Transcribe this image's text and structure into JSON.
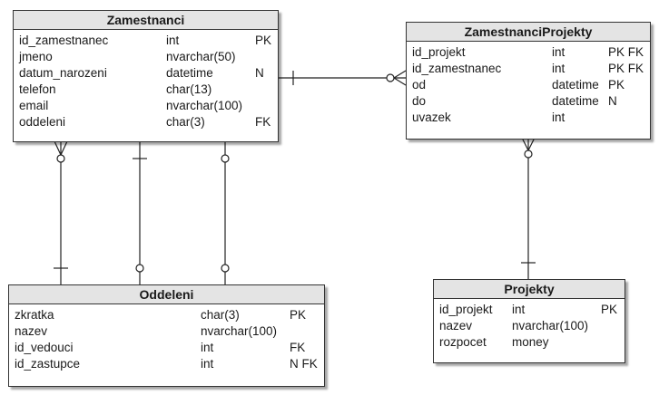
{
  "entities": {
    "zamestnanci": {
      "name": "Zamestnanci",
      "rows": [
        {
          "field": "id_zamestnanec",
          "type": "int",
          "key": "PK"
        },
        {
          "field": "jmeno",
          "type": "nvarchar(50)",
          "key": ""
        },
        {
          "field": "datum_narozeni",
          "type": "datetime",
          "key": "N"
        },
        {
          "field": "telefon",
          "type": "char(13)",
          "key": ""
        },
        {
          "field": "email",
          "type": "nvarchar(100)",
          "key": ""
        },
        {
          "field": "oddeleni",
          "type": "char(3)",
          "key": "FK"
        }
      ]
    },
    "zamestnanci_projekty": {
      "name": "ZamestnanciProjekty",
      "rows": [
        {
          "field": "id_projekt",
          "type": "int",
          "key": "PK FK"
        },
        {
          "field": "id_zamestnanec",
          "type": "int",
          "key": "PK FK"
        },
        {
          "field": "od",
          "type": "datetime",
          "key": "PK"
        },
        {
          "field": "do",
          "type": "datetime",
          "key": "N"
        },
        {
          "field": "uvazek",
          "type": "int",
          "key": ""
        }
      ]
    },
    "oddeleni": {
      "name": "Oddeleni",
      "rows": [
        {
          "field": "zkratka",
          "type": "char(3)",
          "key": "PK"
        },
        {
          "field": "nazev",
          "type": "nvarchar(100)",
          "key": ""
        },
        {
          "field": "id_vedouci",
          "type": "int",
          "key": "FK"
        },
        {
          "field": "id_zastupce",
          "type": "int",
          "key": "N FK"
        }
      ]
    },
    "projekty": {
      "name": "Projekty",
      "rows": [
        {
          "field": "id_projekt",
          "type": "int",
          "key": "PK"
        },
        {
          "field": "nazev",
          "type": "nvarchar(100)",
          "key": ""
        },
        {
          "field": "rozpocet",
          "type": "money",
          "key": ""
        }
      ]
    }
  },
  "relationships": [
    {
      "from": "Zamestnanci",
      "to": "ZamestnanciProjekty",
      "from_end": "one",
      "to_end": "zero-or-many"
    },
    {
      "from": "Projekty",
      "to": "ZamestnanciProjekty",
      "from_end": "one",
      "to_end": "zero-or-many"
    },
    {
      "from": "Oddeleni",
      "to": "Zamestnanci",
      "from_end": "one",
      "to_end": "zero-or-many"
    },
    {
      "from": "Zamestnanci",
      "to": "Oddeleni",
      "from_end": "one",
      "to_end": "zero-or-one"
    },
    {
      "from": "Zamestnanci",
      "to": "Oddeleni",
      "from_end": "zero-or-one",
      "to_end": "zero-or-one"
    }
  ]
}
